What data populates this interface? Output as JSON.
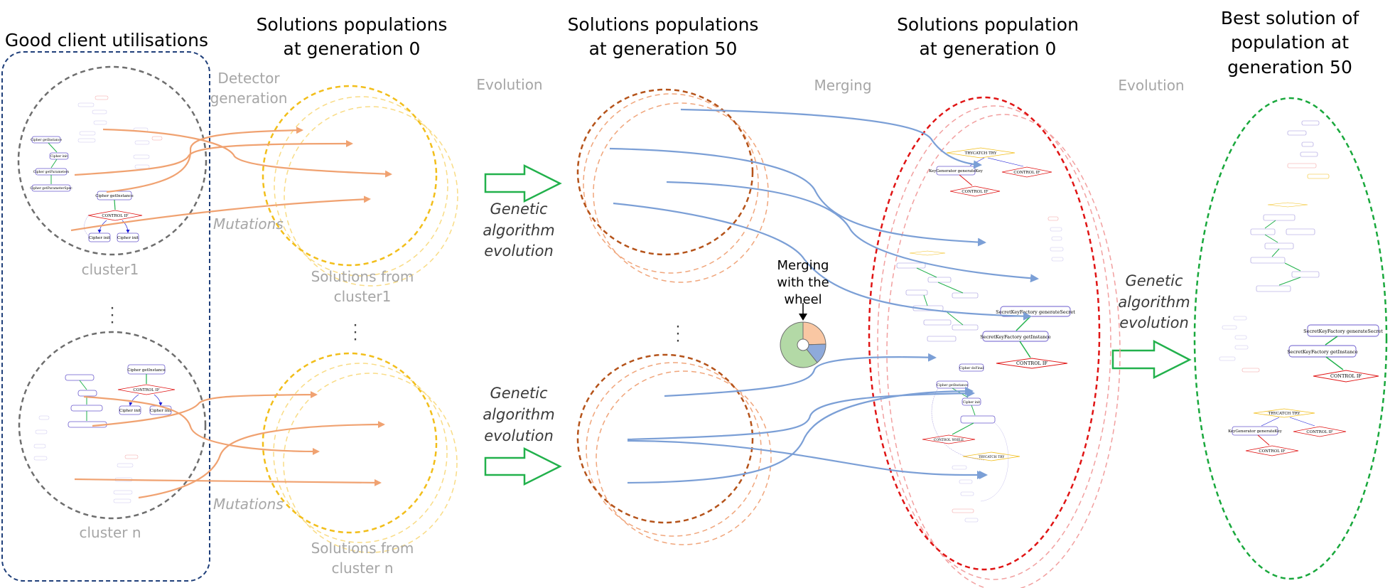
{
  "titles": {
    "good_client": "Good client utilisations",
    "pop0_a": "Solutions populations",
    "pop0_b": "at generation 0",
    "pop50_a": "Solutions populations",
    "pop50_b": "at generation 50",
    "merged0_a": "Solutions population",
    "merged0_b": "at generation 0",
    "best_a": "Best solution of",
    "best_b": "population at",
    "best_c": "generation 50"
  },
  "labels": {
    "detector_a": "Detector",
    "detector_b": "generation",
    "evolution1": "Evolution",
    "merging": "Merging",
    "evolution2": "Evolution",
    "mutations1": "Mutations",
    "mutations2": "Mutations",
    "cluster1": "cluster1",
    "clustern": "cluster n",
    "sol_c1_a": "Solutions from",
    "sol_c1_b": "cluster1",
    "sol_cn_a": "Solutions from",
    "sol_cn_b": "cluster n",
    "ga1_a": "Genetic",
    "ga1_b": "algorithm",
    "ga1_c": "evolution",
    "ga2_a": "Genetic",
    "ga2_b": "algorithm",
    "ga2_c": "evolution",
    "ga3_a": "Genetic",
    "ga3_b": "algorithm",
    "ga3_c": "evolution",
    "wheel_a": "Merging",
    "wheel_b": "with the",
    "wheel_c": "wheel"
  },
  "graph_nodes": {
    "c1_getinstance": "Cipher getInstance",
    "c1_init": "Cipher init",
    "c1_getparams": "Cipher getParameters",
    "c1_getparamspec": "Cipher getParameterSpec",
    "c1_getinstance2": "Cipher getInstance",
    "c1_control_if": "CONTROL IF",
    "c1_init_a": "Cipher init",
    "c1_init_b": "Cipher init",
    "cn_getinstance": "Cipher getInstance",
    "cn_control_if": "CONTROL IF",
    "cn_init_a": "Cipher init",
    "cn_init_b": "Cipher init",
    "m_trycatch": "TRYCATCH TRY",
    "m_keygen": "KeyGenerator generateKey",
    "m_control_if1": "CONTROL IF",
    "m_control_if2": "CONTROL IF",
    "m_skf_secret": "SecretKeyFactory generateSecret",
    "m_skf_instance": "SecretKeyFactory getInstance",
    "m_control_if3": "CONTROL IF",
    "m_cipher_dofinal": "Cipher doFinal",
    "m_cipher_getinstance": "Cipher getInstance",
    "m_cipher_init": "Cipher init",
    "m_control_while": "CONTROL WHILE",
    "m_trycatch2": "TRYCATCH TRY",
    "b_skf_secret": "SecretKeyFactory generateSecret",
    "b_skf_instance": "SecretKeyFactory getInstance",
    "b_control_if": "CONTROL IF",
    "b_trycatch": "TRYCATCH TRY",
    "b_keygen": "KeyGenerator generateKey",
    "b_control_if2": "CONTROL IF",
    "b_control_if3": "CONTROL IF"
  },
  "colors": {
    "cluster_box": "#1f3f7a",
    "cluster_circle": "#6e6e6e",
    "pop0": "#f2be1a",
    "pop0_light": "#f9dc86",
    "pop50": "#b5531a",
    "pop50_light": "#f0a67c",
    "merged": "#e01414",
    "merged_light": "#f2a0a0",
    "best": "#19a83c",
    "orange_arrow": "#f0a271",
    "blue_arrow": "#7b9fd6",
    "green_arrow": "#22b14c"
  }
}
